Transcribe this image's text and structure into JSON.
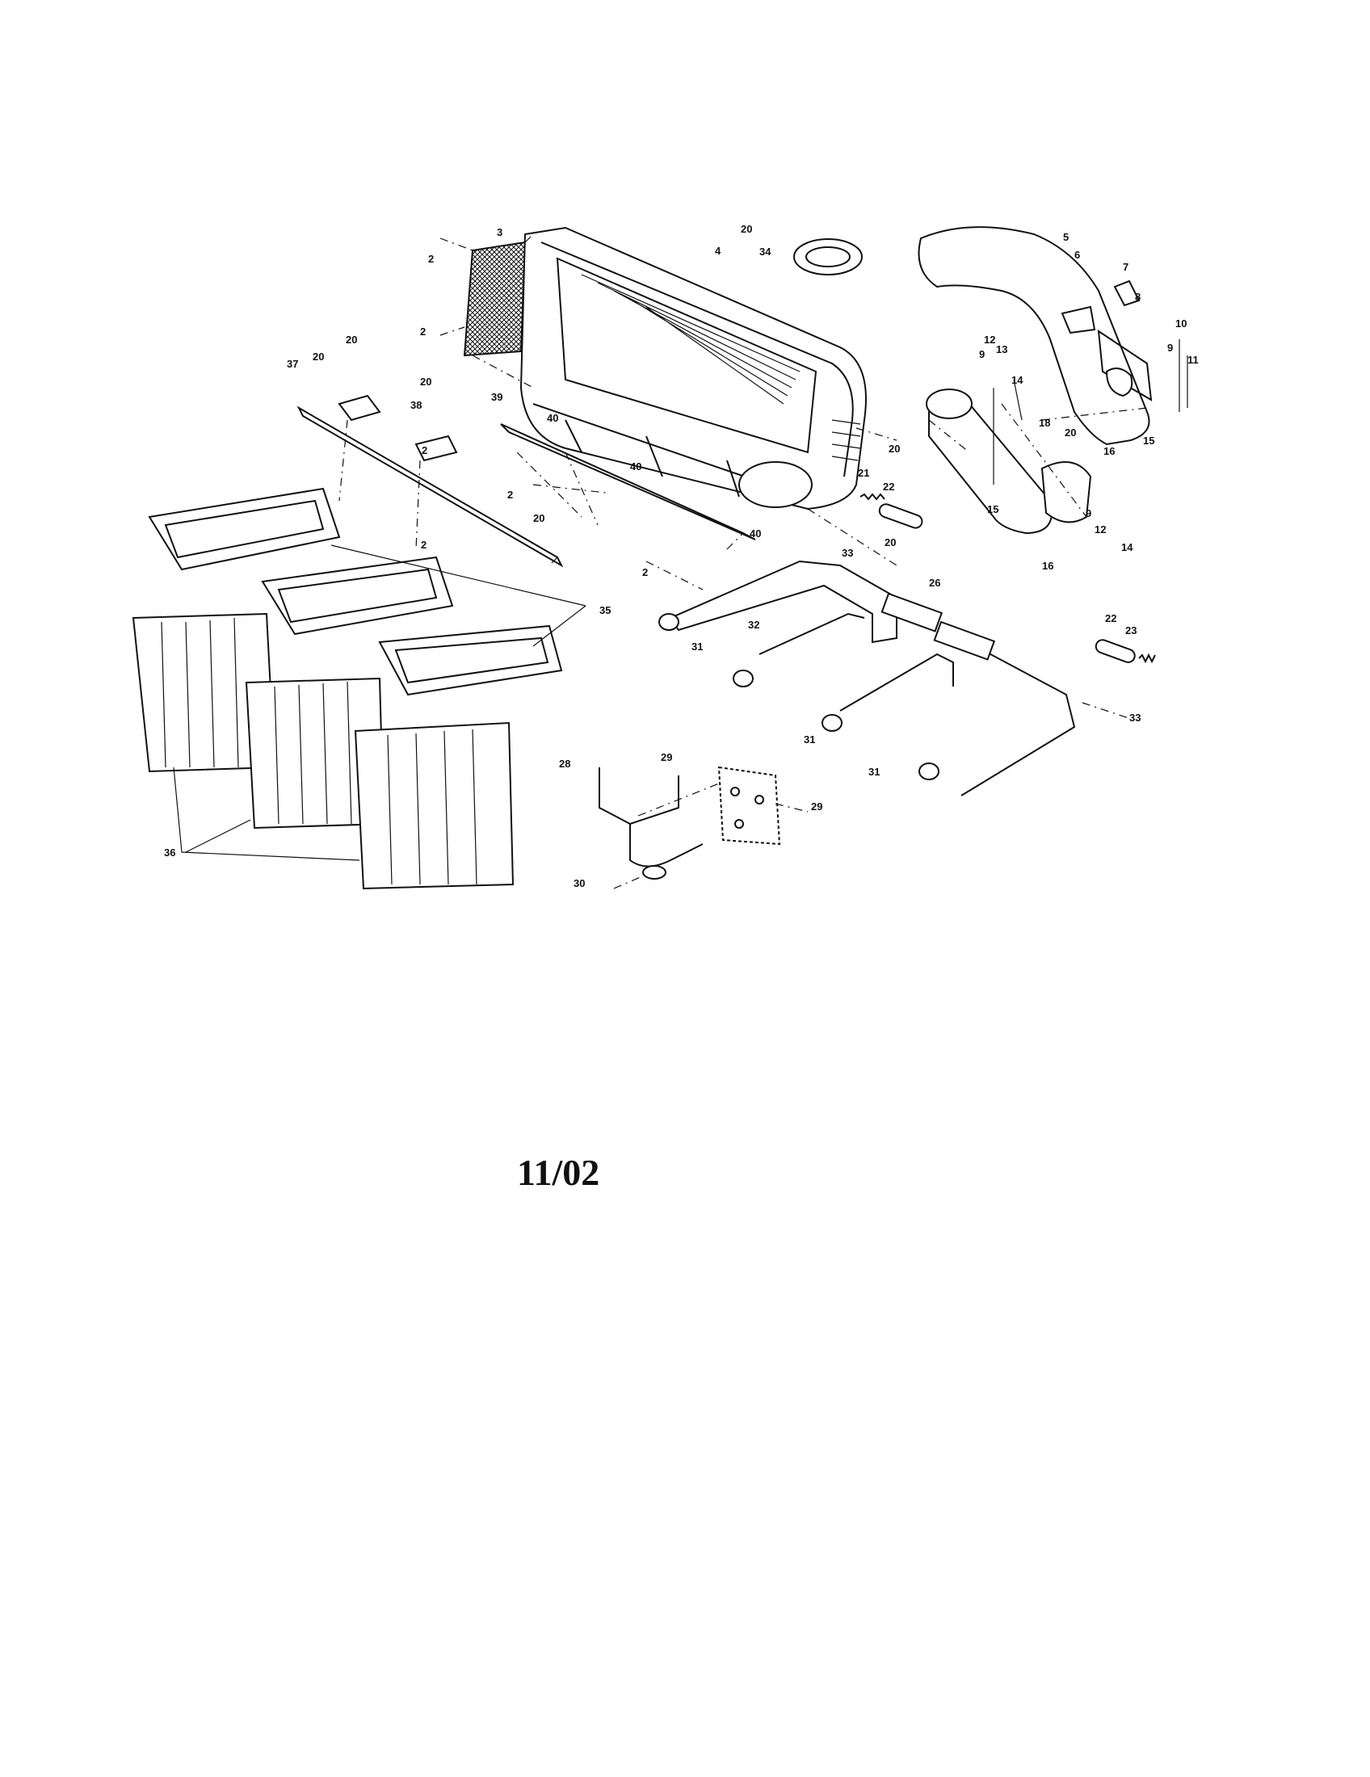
{
  "date_code": "11/02",
  "labels": [
    {
      "id": "L2a",
      "text": "2"
    },
    {
      "id": "L3",
      "text": "3"
    },
    {
      "id": "L20a",
      "text": "20"
    },
    {
      "id": "L4",
      "text": "4"
    },
    {
      "id": "L34",
      "text": "34"
    },
    {
      "id": "L5",
      "text": "5"
    },
    {
      "id": "L6",
      "text": "6"
    },
    {
      "id": "L7",
      "text": "7"
    },
    {
      "id": "L8",
      "text": "8"
    },
    {
      "id": "L10",
      "text": "10"
    },
    {
      "id": "L9a",
      "text": "9"
    },
    {
      "id": "L11",
      "text": "11"
    },
    {
      "id": "L2b",
      "text": "2"
    },
    {
      "id": "L20b",
      "text": "20"
    },
    {
      "id": "L37",
      "text": "37"
    },
    {
      "id": "L20c",
      "text": "20"
    },
    {
      "id": "L20d",
      "text": "20"
    },
    {
      "id": "L38a",
      "text": "38"
    },
    {
      "id": "L39",
      "text": "39"
    },
    {
      "id": "L40a",
      "text": "40"
    },
    {
      "id": "L12a",
      "text": "12"
    },
    {
      "id": "L13",
      "text": "13"
    },
    {
      "id": "L9b",
      "text": "9"
    },
    {
      "id": "L14a",
      "text": "14"
    },
    {
      "id": "L18",
      "text": "18"
    },
    {
      "id": "L20e",
      "text": "20"
    },
    {
      "id": "L20f",
      "text": "20"
    },
    {
      "id": "L16a",
      "text": "16"
    },
    {
      "id": "L15a",
      "text": "15"
    },
    {
      "id": "L2c",
      "text": "2"
    },
    {
      "id": "L2d",
      "text": "2"
    },
    {
      "id": "L40b",
      "text": "40"
    },
    {
      "id": "L21",
      "text": "21"
    },
    {
      "id": "L22a",
      "text": "22"
    },
    {
      "id": "L9c",
      "text": "9"
    },
    {
      "id": "L2e",
      "text": "2"
    },
    {
      "id": "L20g",
      "text": "20"
    },
    {
      "id": "L15b",
      "text": "15"
    },
    {
      "id": "L12b",
      "text": "12"
    },
    {
      "id": "L40c",
      "text": "40"
    },
    {
      "id": "L20h",
      "text": "20"
    },
    {
      "id": "L33a",
      "text": "33"
    },
    {
      "id": "L14b",
      "text": "14"
    },
    {
      "id": "L16b",
      "text": "16"
    },
    {
      "id": "L2f",
      "text": "2"
    },
    {
      "id": "L26",
      "text": "26"
    },
    {
      "id": "L35",
      "text": "35"
    },
    {
      "id": "L32",
      "text": "32"
    },
    {
      "id": "L31a",
      "text": "31"
    },
    {
      "id": "L22b",
      "text": "22"
    },
    {
      "id": "L23",
      "text": "23"
    },
    {
      "id": "L33b",
      "text": "33"
    },
    {
      "id": "L31b",
      "text": "31"
    },
    {
      "id": "L28",
      "text": "28"
    },
    {
      "id": "L29a",
      "text": "29"
    },
    {
      "id": "L29b",
      "text": "29"
    },
    {
      "id": "L31c",
      "text": "31"
    },
    {
      "id": "L36",
      "text": "36"
    },
    {
      "id": "L30",
      "text": "30"
    }
  ]
}
